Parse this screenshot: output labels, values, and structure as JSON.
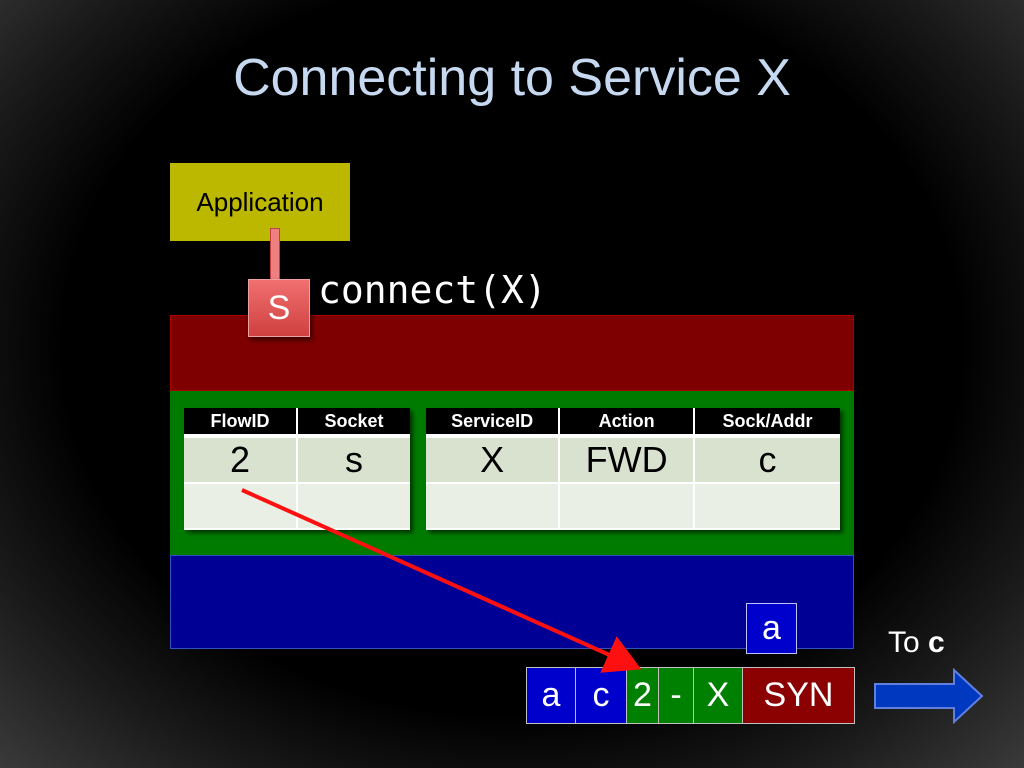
{
  "title": "Connecting to Service X",
  "application_label": "Application",
  "socket_label": "S",
  "call_text": "connect(X)",
  "flow_table": {
    "headers": [
      "FlowID",
      "Socket"
    ],
    "rows": [
      [
        "2",
        "s"
      ],
      [
        "",
        ""
      ]
    ]
  },
  "service_table": {
    "headers": [
      "ServiceID",
      "Action",
      "Sock/Addr"
    ],
    "rows": [
      [
        "X",
        "FWD",
        "c"
      ],
      [
        "",
        "",
        ""
      ]
    ]
  },
  "address_label": "a",
  "to_label": "To",
  "to_target": "c",
  "packet": [
    {
      "text": "a",
      "color": "#0000cc"
    },
    {
      "text": "c",
      "color": "#0000cc"
    },
    {
      "text": "2",
      "color": "#008000"
    },
    {
      "text": "-",
      "color": "#008000"
    },
    {
      "text": "X",
      "color": "#008000"
    },
    {
      "text": "SYN",
      "color": "#8b0000"
    }
  ],
  "colors": {
    "application": "#bcb800",
    "layer_red": "#7f0000",
    "layer_green": "#007b00",
    "layer_blue": "#000094",
    "arrow_line": "#ff0000",
    "title": "#c6d9f1"
  }
}
